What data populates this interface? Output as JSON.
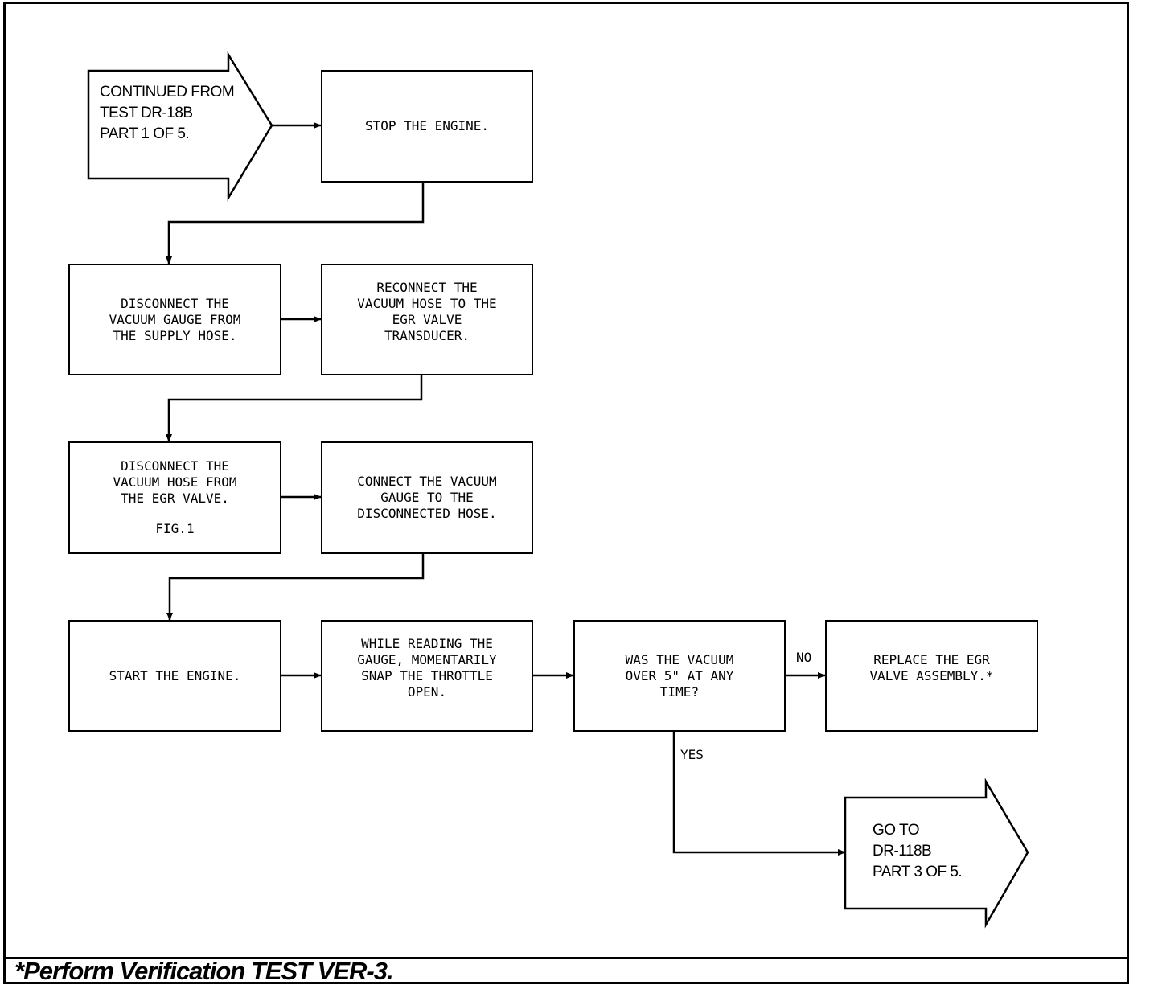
{
  "start_ref": {
    "line1": "CONTINUED FROM",
    "line2": "TEST DR-18B",
    "line3": "PART 1 OF 5."
  },
  "end_ref": {
    "line1": "GO TO",
    "line2": "DR-118B",
    "line3": "PART 3 OF 5."
  },
  "steps": {
    "stop_engine": {
      "line1": "STOP THE ENGINE."
    },
    "disconnect_gauge": {
      "line1": "DISCONNECT THE",
      "line2": "VACUUM GAUGE FROM",
      "line3": "THE SUPPLY HOSE."
    },
    "reconnect_hose": {
      "line1": "RECONNECT THE",
      "line2": "VACUUM HOSE TO THE",
      "line3": "EGR VALVE",
      "line4": "TRANSDUCER."
    },
    "disconnect_hose": {
      "line1": "DISCONNECT THE",
      "line2": "VACUUM HOSE FROM",
      "line3": "THE EGR VALVE.",
      "fig": "FIG.1"
    },
    "connect_gauge": {
      "line1": "CONNECT THE VACUUM",
      "line2": "GAUGE TO THE",
      "line3": "DISCONNECTED HOSE."
    },
    "start_engine": {
      "line1": "START THE ENGINE."
    },
    "snap_throttle": {
      "line1": "WHILE READING THE",
      "line2": "GAUGE, MOMENTARILY",
      "line3": "SNAP THE THROTTLE",
      "line4": "OPEN."
    },
    "vacuum_question": {
      "line1": "WAS THE VACUUM",
      "line2": "OVER 5\" AT ANY",
      "line3": "TIME?"
    },
    "replace_valve": {
      "line1": "REPLACE THE EGR",
      "line2": "VALVE ASSEMBLY.*"
    }
  },
  "edge_labels": {
    "no": "NO",
    "yes": "YES"
  },
  "footnote": "*Perform Verification TEST VER-3."
}
